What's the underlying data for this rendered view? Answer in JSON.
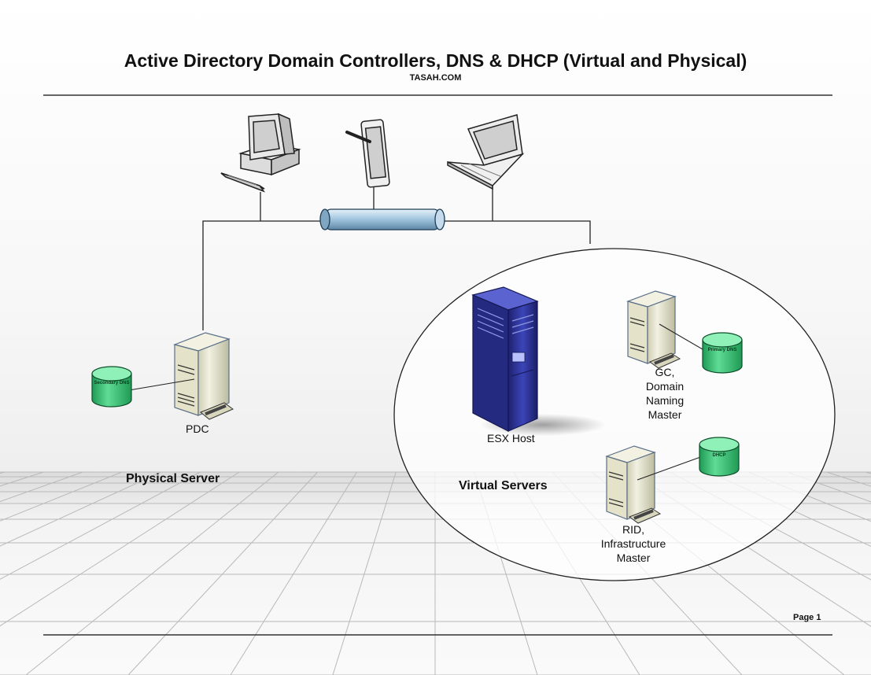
{
  "header": {
    "title": "Active Directory Domain Controllers, DNS & DHCP (Virtual and Physical)",
    "subtitle": "TASAH.COM"
  },
  "nodes": {
    "pdc": {
      "label": "PDC",
      "store": "Secondary DNS"
    },
    "esx": {
      "label": "ESX Host"
    },
    "gc": {
      "label_lines": [
        "GC,",
        "Domain",
        "Naming",
        "Master"
      ],
      "store": "Primary DNS"
    },
    "rid": {
      "label_lines": [
        "RID,",
        "Infrastructure",
        "Master"
      ],
      "store": "DHCP"
    }
  },
  "groups": {
    "physical": "Physical Server",
    "virtual": "Virtual Servers"
  },
  "clients": [
    "desktop-computer-icon",
    "tablet-icon",
    "laptop-icon"
  ],
  "footer": {
    "page": "Page 1"
  },
  "colors": {
    "cylinder_green": "#2fc06e",
    "bus_blue": "#9fc3dd",
    "esx_blue": "#2a2f8f",
    "server_beige": "#e8e6cf"
  }
}
